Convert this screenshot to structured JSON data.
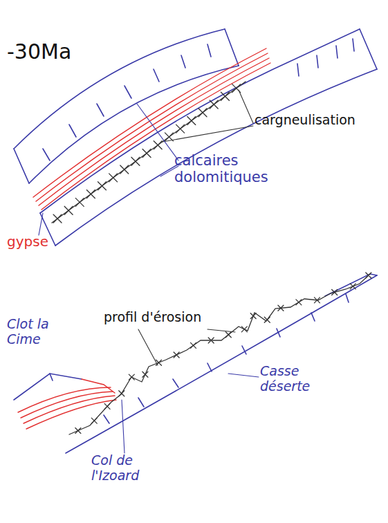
{
  "diagram": {
    "labels": [
      "-30Ma",
      "cargneulisation",
      "calcaires dolomitiques",
      "gypse",
      "Clot la Cime",
      "profil d'érosion",
      "Casse déserte",
      "Col de l'Izoard"
    ]
  }
}
